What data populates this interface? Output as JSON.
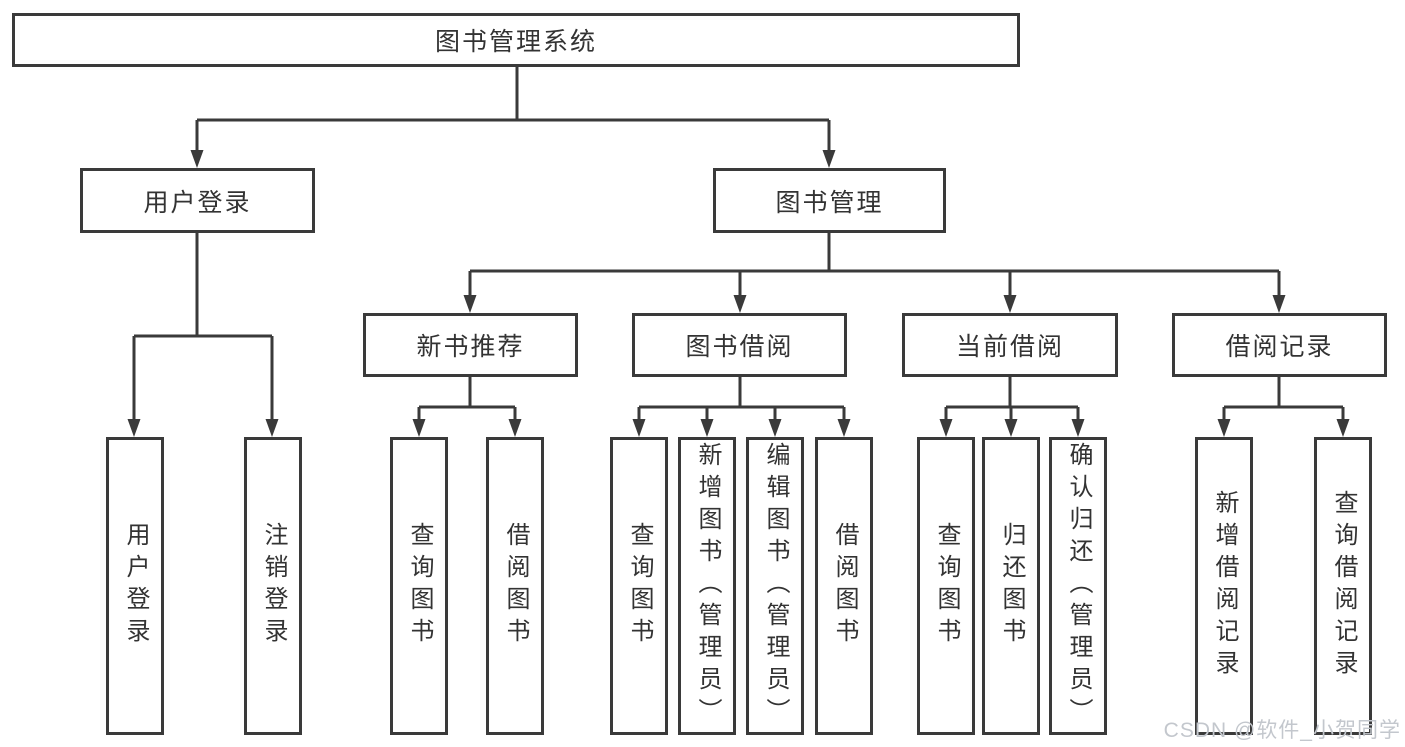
{
  "colors": {
    "line": "#3a3a3a",
    "box_border": "#3a3a3a",
    "text": "#333333",
    "background": "#ffffff",
    "watermark": "#c3c7cd"
  },
  "tree": {
    "root": {
      "label": "图书管理系统"
    },
    "branches": [
      {
        "label": "用户登录",
        "leaves": [
          {
            "label": "用户登录"
          },
          {
            "label": "注销登录"
          }
        ]
      },
      {
        "label": "图书管理",
        "groups": [
          {
            "label": "新书推荐",
            "leaves": [
              {
                "label": "查询图书"
              },
              {
                "label": "借阅图书"
              }
            ]
          },
          {
            "label": "图书借阅",
            "leaves": [
              {
                "label": "查询图书"
              },
              {
                "label": "新增图书（管理员）"
              },
              {
                "label": "编辑图书（管理员）"
              },
              {
                "label": "借阅图书"
              }
            ]
          },
          {
            "label": "当前借阅",
            "leaves": [
              {
                "label": "查询图书"
              },
              {
                "label": "归还图书"
              },
              {
                "label": "确认归还（管理员）"
              }
            ]
          },
          {
            "label": "借阅记录",
            "leaves": [
              {
                "label": "新增借阅记录"
              },
              {
                "label": "查询借阅记录"
              }
            ]
          }
        ]
      }
    ]
  },
  "watermark": {
    "text": "CSDN @软件_小贺同学"
  }
}
